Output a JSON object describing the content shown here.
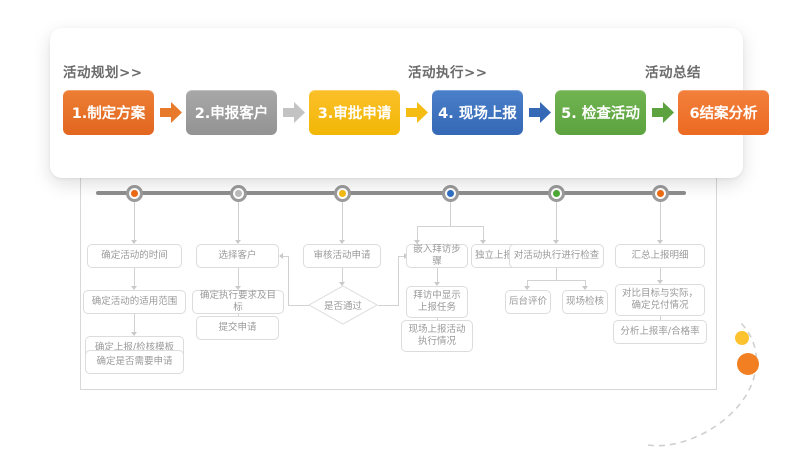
{
  "phases": [
    {
      "label": "活动规划>>"
    },
    {
      "label": "活动执行>>"
    },
    {
      "label": "活动总结"
    }
  ],
  "steps": [
    {
      "label": "1.制定方案",
      "color": "#e2661f",
      "marker_color": "#ef6c13"
    },
    {
      "label": "2.申报客户",
      "color": "#939393",
      "marker_color": "#bdbdbd"
    },
    {
      "label": "3.审批申请",
      "color": "#f2b705",
      "marker_color": "#f5bc14"
    },
    {
      "label": "4. 现场上报",
      "color": "#3568b5",
      "marker_color": "#2f6fc4"
    },
    {
      "label": "5. 检查活动",
      "color": "#5ca33f",
      "marker_color": "#4faa35"
    },
    {
      "label": "6结案分析",
      "color": "#ec6a22",
      "marker_color": "#ef6c13"
    }
  ],
  "arrows": [
    {
      "color": "#e87a2c"
    },
    {
      "color": "#bdbdbd"
    },
    {
      "color": "#f5bc14"
    },
    {
      "color": "#3568b5"
    },
    {
      "color": "#5ca33f"
    }
  ],
  "flow": {
    "col1": [
      {
        "label": "确定活动的时间"
      },
      {
        "label": "确定活动的适用范围"
      },
      {
        "label": "确定上报/检核模板"
      },
      {
        "label": "确定是否需要申请"
      }
    ],
    "col2": [
      {
        "label": "选择客户"
      },
      {
        "label": "确定执行要求及目标"
      },
      {
        "label": "提交申请"
      }
    ],
    "col3": [
      {
        "label": "审核活动申请"
      },
      {
        "label": "是否通过"
      }
    ],
    "col4": [
      {
        "label": "嵌入拜访步骤"
      },
      {
        "label": "独立上报"
      },
      {
        "label": "拜访中显示上报任务"
      },
      {
        "label": "现场上报活动执行情况"
      }
    ],
    "col5": [
      {
        "label": "对活动执行进行检查"
      },
      {
        "label": "后台评价"
      },
      {
        "label": "现场检核"
      }
    ],
    "col6": [
      {
        "label": "汇总上报明细"
      },
      {
        "label": "对比目标与实际，确定兑付情况"
      },
      {
        "label": "分析上报率/合格率"
      }
    ]
  },
  "decoration": {
    "dot_large_color": "#f28022",
    "dot_small_color": "#fcc32e",
    "curve_color": "#d0d0d0"
  }
}
